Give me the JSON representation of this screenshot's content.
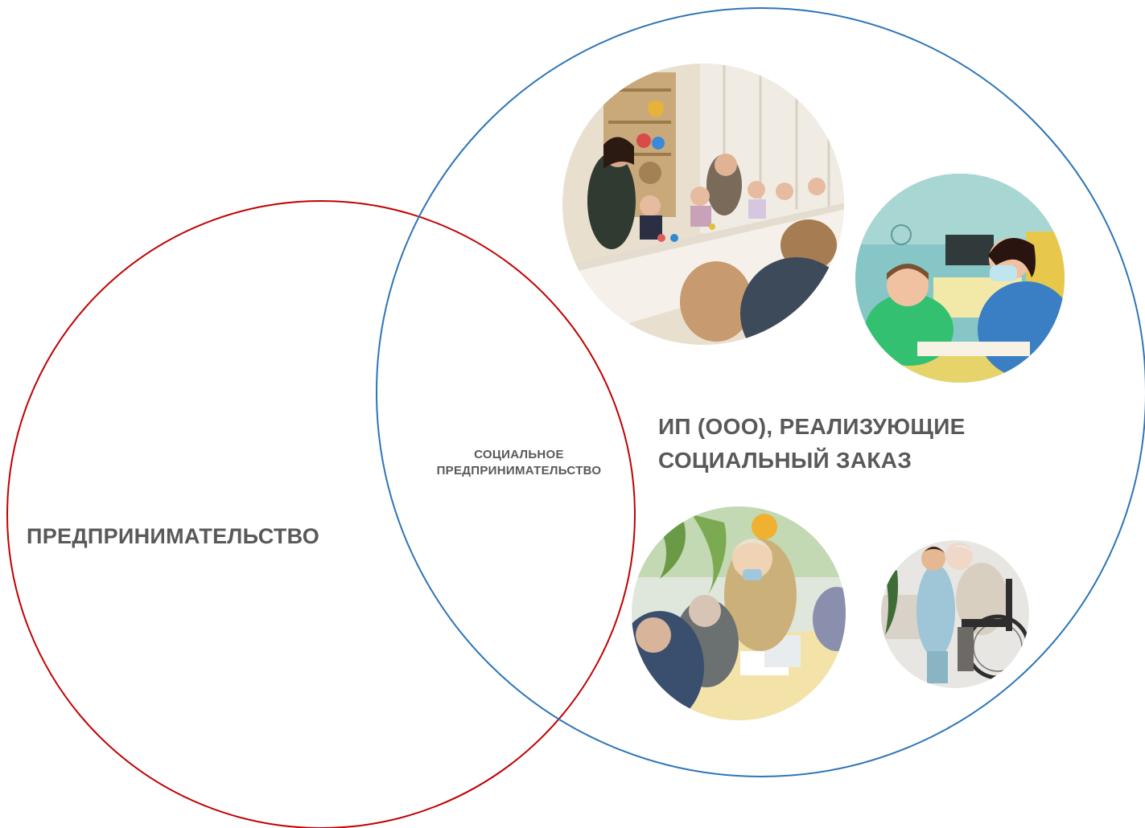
{
  "diagram": {
    "left_circle": {
      "label": "ПРЕДПРИНИМАТЕЛЬСТВО",
      "color": "#c00000"
    },
    "intersection": {
      "line1": "СОЦИАЛЬНОЕ",
      "line2": "ПРЕДПРИНИМАТЕЛЬСТВО"
    },
    "right_circle": {
      "line1": "ИП (ООО), РЕАЛИЗУЮЩИЕ",
      "line2": "СОЦИАЛЬНЫЙ ЗАКАЗ",
      "color": "#2e75b6"
    },
    "photos": [
      {
        "name": "photo-children-art-class"
      },
      {
        "name": "photo-child-with-caregiver"
      },
      {
        "name": "photo-elderly-group-activity"
      },
      {
        "name": "photo-caregiver-wheelchair"
      }
    ]
  }
}
